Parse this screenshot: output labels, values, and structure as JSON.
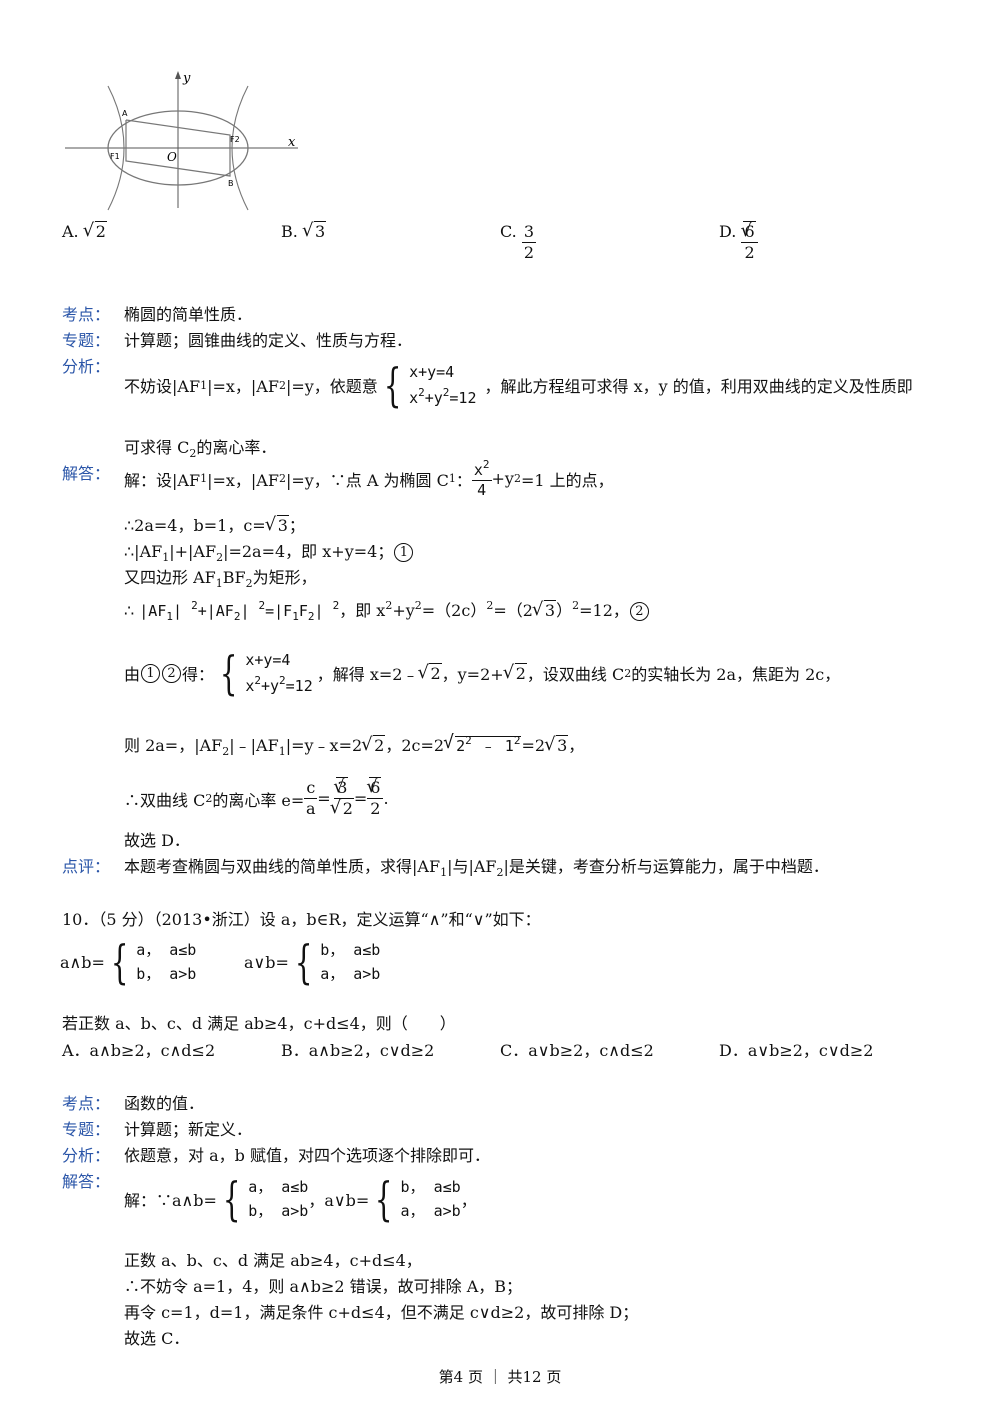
{
  "figure": {
    "y_label": "y",
    "x_label": "x",
    "o_label": "O",
    "a_label": "A",
    "b_label": "B",
    "f1_label": "F1",
    "f2_label": "F2"
  },
  "q9": {
    "opt_a": "A.",
    "opt_b": "B.",
    "opt_c": "C.",
    "opt_d": "D.",
    "val_a": "2",
    "val_b": "3",
    "val_c_num": "3",
    "val_c_den": "2",
    "val_d_num": "6",
    "val_d_den": "2",
    "kaodian_label": "考点：",
    "kaodian": "椭圆的简单性质．",
    "zhuanti_label": "专题：",
    "zhuanti": "计算题；圆锥曲线的定义、性质与方程．",
    "fenxi_label": "分析：",
    "fenxi_1": "不妨设|AF",
    "fenxi_2": "|=x，|AF",
    "fenxi_3": "|=y，依题意",
    "sys_1": "x+y=4",
    "sys_2": "x",
    "sys_2b": "+y",
    "sys_2c": "=12",
    "fenxi_4": "，解此方程组可求得 x，y 的值，利用双曲线的定义及性质即",
    "fenxi_5": "可求得 C",
    "fenxi_6": "的离心率．",
    "jieda_label": "解答：",
    "s1_a": "解：设|AF",
    "s1_b": "|=x，|AF",
    "s1_c": "|=y，∵点 A 为椭圆 C",
    "s1_d": "：",
    "s1_num": "x",
    "s1_den": "4",
    "s1_e": "+y",
    "s1_f": "=1 上的点，",
    "s2_a": "∴2a=4，b=1，c=",
    "s2_r": "3",
    "s2_b": "；",
    "s3_a": "∴|AF",
    "s3_b": "|+|AF",
    "s3_c": "|=2a=4，即 x+y=4；",
    "s3_circ": "1",
    "s4_a": "又四边形 AF",
    "s4_b": "BF",
    "s4_c": "为矩形，",
    "s5_a": "∴",
    "s5_b": "|AF",
    "s5_c": "| ",
    "s5_d": "+|AF",
    "s5_e": "| ",
    "s5_f": "=|F",
    "s5_g": "F",
    "s5_h": "| ",
    "s5_i": "，即 x",
    "s5_j": "+y",
    "s5_k": "=（2c）",
    "s5_l": "=（2",
    "s5_m": "3",
    "s5_n": "）",
    "s5_o": "=12，",
    "s5_circ": "2",
    "s6_a": "由",
    "s6_c1": "1",
    "s6_c2": "2",
    "s6_b": "得：",
    "s6_sys1": "x+y=4",
    "s6_sys2a": "x",
    "s6_sys2b": "+y",
    "s6_sys2c": "=12",
    "s6_c": "，解得 x=2﹣",
    "s6_r1": "2",
    "s6_d": "，y=2+",
    "s6_r2": "2",
    "s6_e": "，设双曲线 C",
    "s6_f": "的实轴长为 2a，焦距为 2c，",
    "s7_a": "则 2a=，|AF",
    "s7_b": "|﹣|AF",
    "s7_c": "|=y﹣x=2",
    "s7_r1": "2",
    "s7_d": "，2c=2",
    "s7_r2": "2",
    "s7_r2b": " ﹣ 1",
    "s7_e": "=2",
    "s7_r3": "3",
    "s7_f": "，",
    "s8_a": "∴双曲线 C",
    "s8_b": "的离心率 e=",
    "s8_n1": "c",
    "s8_d1": "a",
    "s8_n2": "3",
    "s8_d2": "2",
    "s8_n3": "6",
    "s8_d3": "2",
    "s8_c": ".",
    "s9": "故选 D．",
    "dianping_label": "点评：",
    "dianping": "本题考查椭圆与双曲线的简单性质，求得|AF",
    "dianping_b": "|与|AF",
    "dianping_c": "|是关键，考查分析与运算能力，属于中档题．"
  },
  "q10": {
    "stem": "10．（5 分）（2013•浙江）设 a，b∈R，定义运算“∧”和“∨”如下：",
    "and_lhs": "a∧b=",
    "and_1": "a， a≤b",
    "and_2": "b， a>b",
    "or_lhs": "a∨b=",
    "or_1": "b， a≤b",
    "or_2": "a， a>b",
    "cond": "若正数 a、b、c、d 满足 ab≥4，c+d≤4，则（　　）",
    "opt_a": "A．a∧b≥2，c∧d≤2",
    "opt_b": "B．a∧b≥2，c∨d≥2",
    "opt_c": "C．a∨b≥2，c∧d≤2",
    "opt_d": "D．a∨b≥2，c∨d≥2",
    "kaodian_label": "考点：",
    "kaodian": "函数的值．",
    "zhuanti_label": "专题：",
    "zhuanti": "计算题；新定义．",
    "fenxi_label": "分析：",
    "fenxi": "依题意，对 a，b 赋值，对四个选项逐个排除即可．",
    "jieda_label": "解答：",
    "j_and_lhs": "解：∵a∧b=",
    "j_and_1": "a， a≤b",
    "j_and_2": "b， a>b",
    "j_mid": "，a∨b=",
    "j_or_1": "b， a≤b",
    "j_or_2": "a， a>b",
    "j_end": "，",
    "j2": "正数 a、b、c、d 满足 ab≥4，c+d≤4，",
    "j3": "∴不妨令 a=1，4，则 a∧b≥2 错误，故可排除 A，B；",
    "j4": "再令 c=1，d=1，满足条件 c+d≤4，但不满足 c∨d≥2，故可排除 D；",
    "j5": "故选 C．"
  },
  "footer": {
    "text": "第4 页 ｜ 共12 页"
  }
}
